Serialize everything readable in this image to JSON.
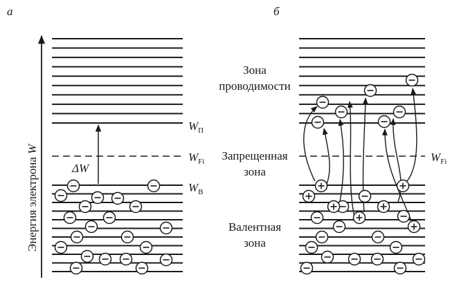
{
  "panels": {
    "a": {
      "label": "а"
    },
    "b": {
      "label": "б"
    }
  },
  "axis": {
    "label": "Энергия электрона",
    "symbol": "W"
  },
  "levels": {
    "conduction": {
      "symbol": "W",
      "sub": "П"
    },
    "fermi": {
      "symbol": "W",
      "sub": "Fi"
    },
    "valence": {
      "symbol": "W",
      "sub": "В"
    },
    "gap": {
      "symbol": "ΔW"
    }
  },
  "zones": {
    "conduction_line1": "Зона",
    "conduction_line2": "проводимости",
    "forbidden_line1": "Запрещенная",
    "forbidden_line2": "зона",
    "valence_line1": "Валентная",
    "valence_line2": "зона"
  },
  "symbols": {
    "electron": "−",
    "hole": "+"
  },
  "colors": {
    "ink": "#1a1a1a",
    "background": "#ffffff"
  }
}
